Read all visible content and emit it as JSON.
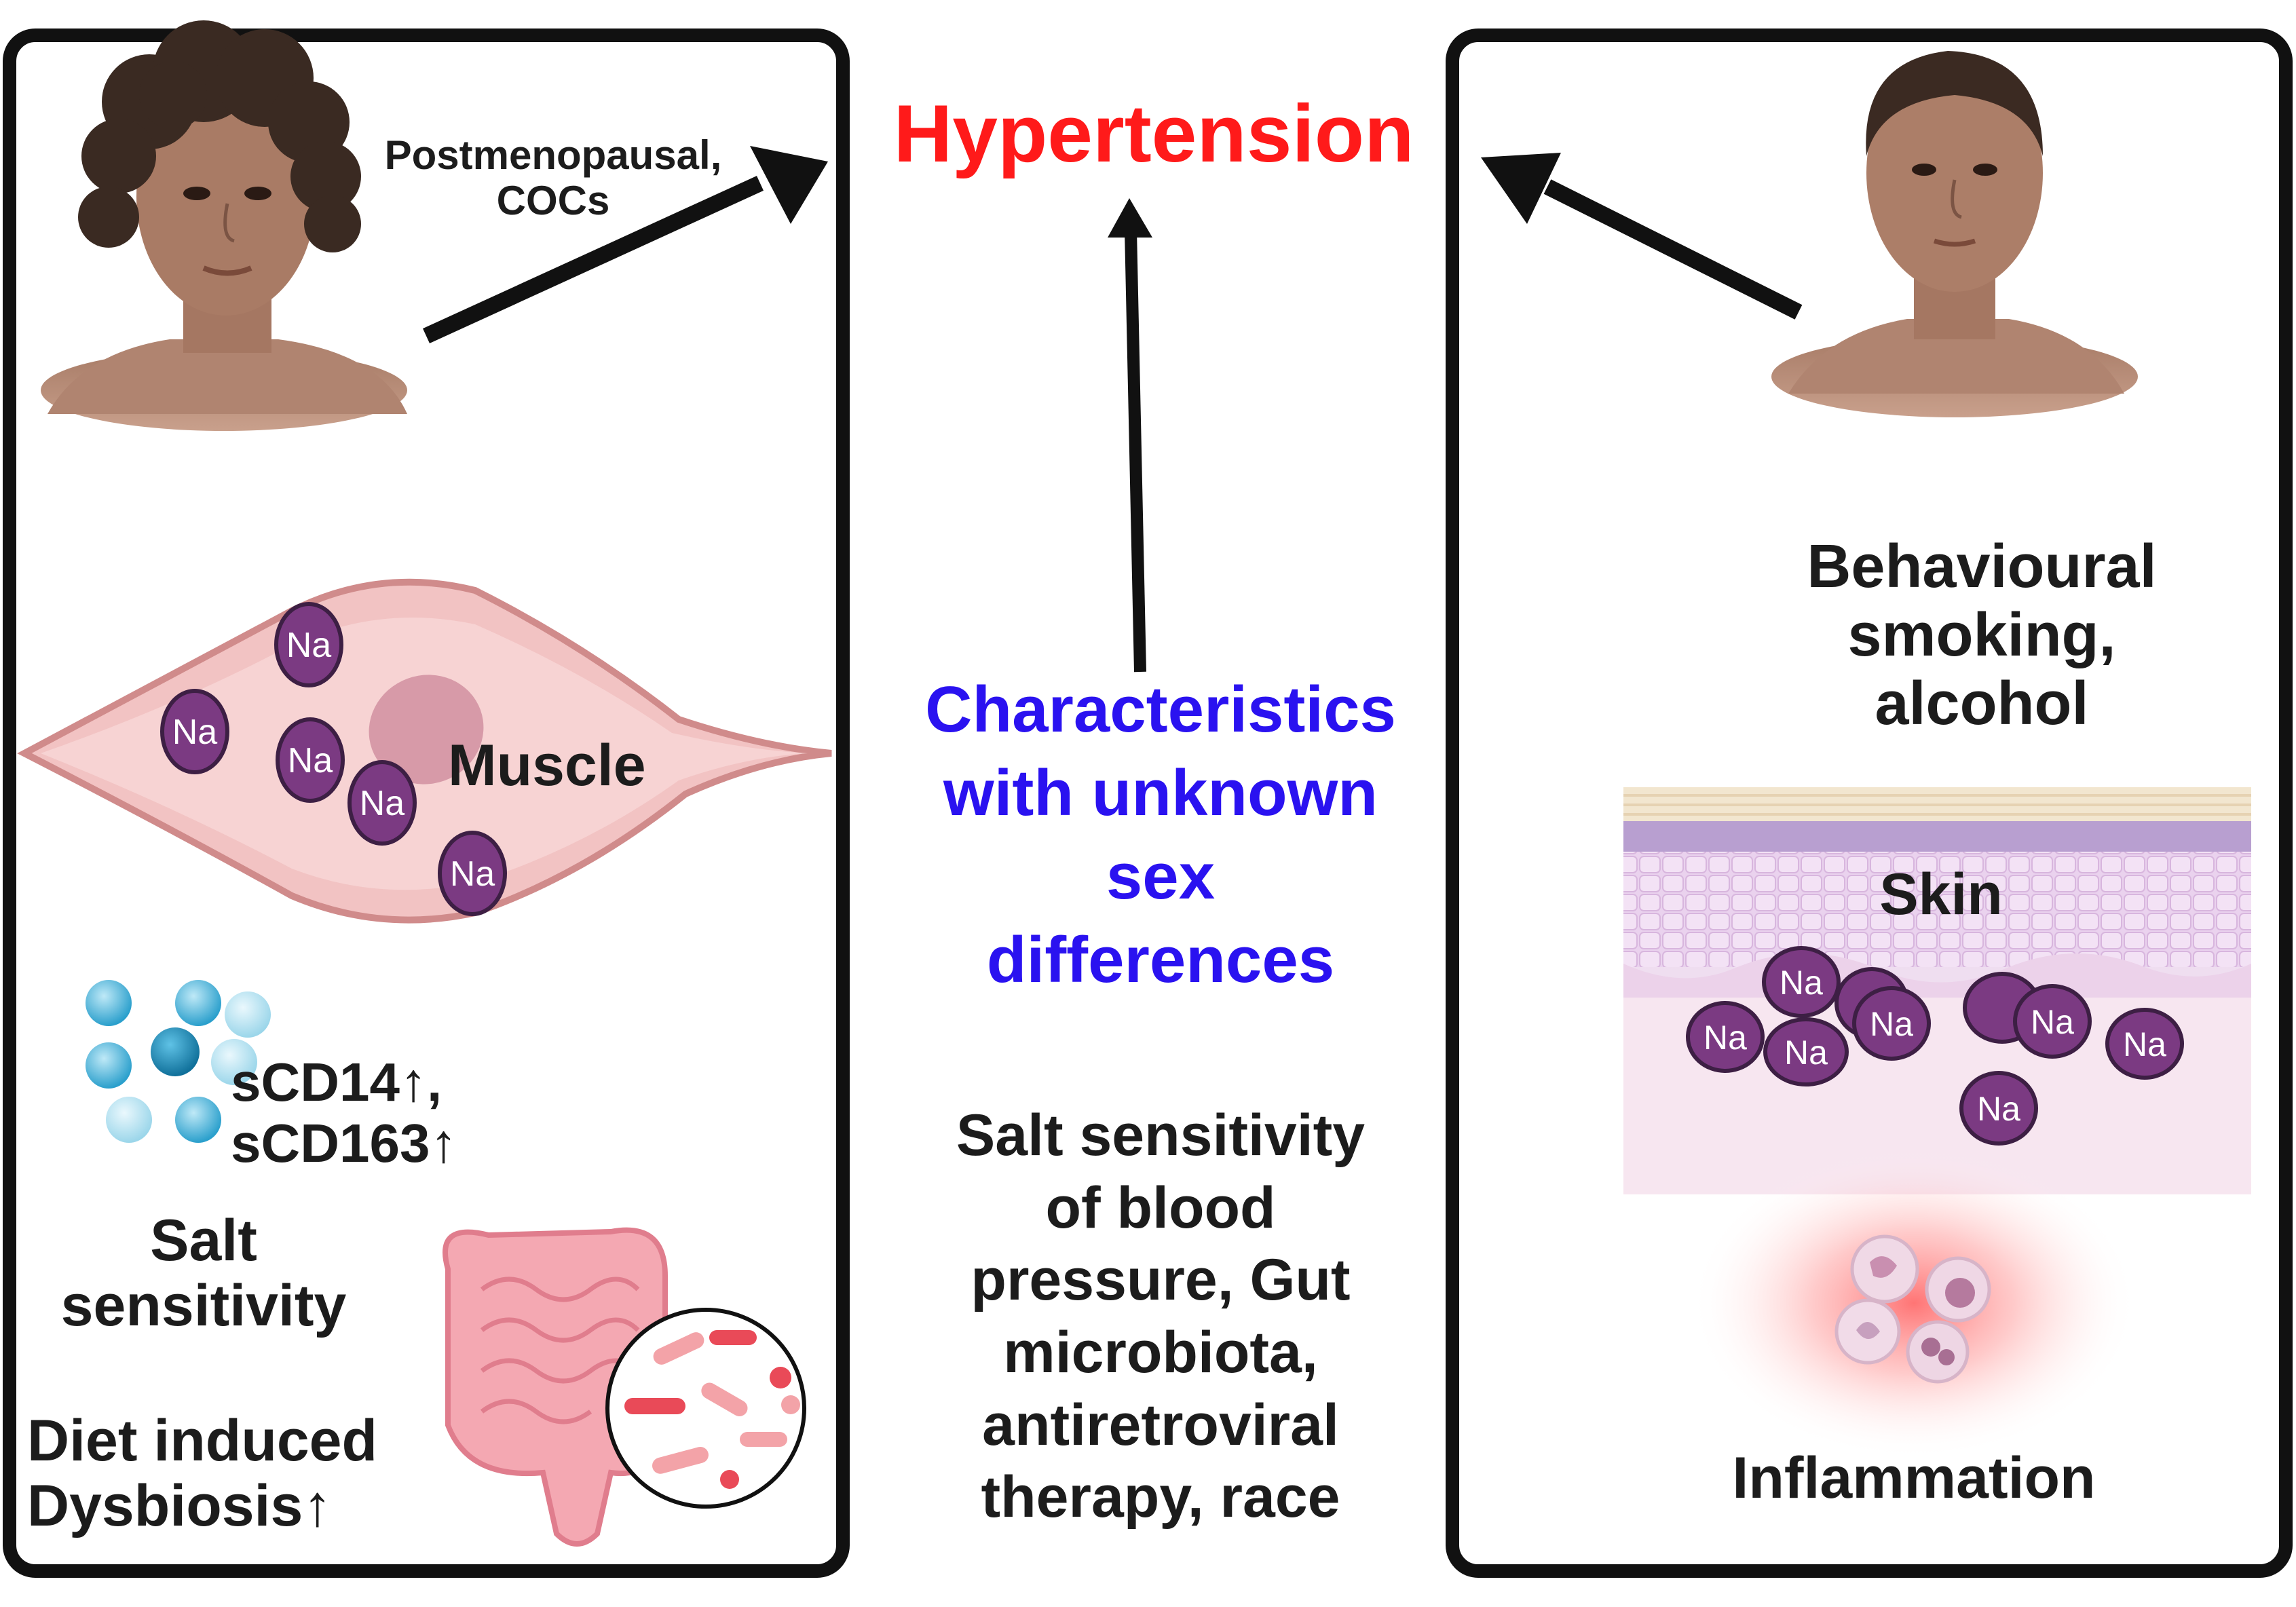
{
  "title": "Hypertension",
  "center": {
    "unknown": "Characteristics\nwith unknown\nsex\ndifferences",
    "factors": "Salt sensitivity\nof blood\npressure, Gut\nmicrobiota,\nantiretroviral\ntherapy, race"
  },
  "left_panel": {
    "female_label": "Postmenopausal,\nCOCs",
    "muscle_label": "Muscle",
    "sodium_label": "Na",
    "markers_label": "sCD14↑,\nsCD163↑",
    "salt_label": "Salt\nsensitivity",
    "dysbiosis_label": "Diet induced\nDysbiosis↑"
  },
  "right_panel": {
    "behaviour_label": "Behavioural\nsmoking,\nalcohol",
    "skin_label": "Skin",
    "inflammation_label": "Inflammation"
  },
  "colors": {
    "title": "#ff1a1a",
    "unknown_text": "#2a12f0",
    "body_text": "#1c1c1c",
    "sodium": "#7b3a82",
    "muscle": "#f2c3c3",
    "skin": "#f0dcef",
    "inflammation": "#ff6b6b"
  }
}
